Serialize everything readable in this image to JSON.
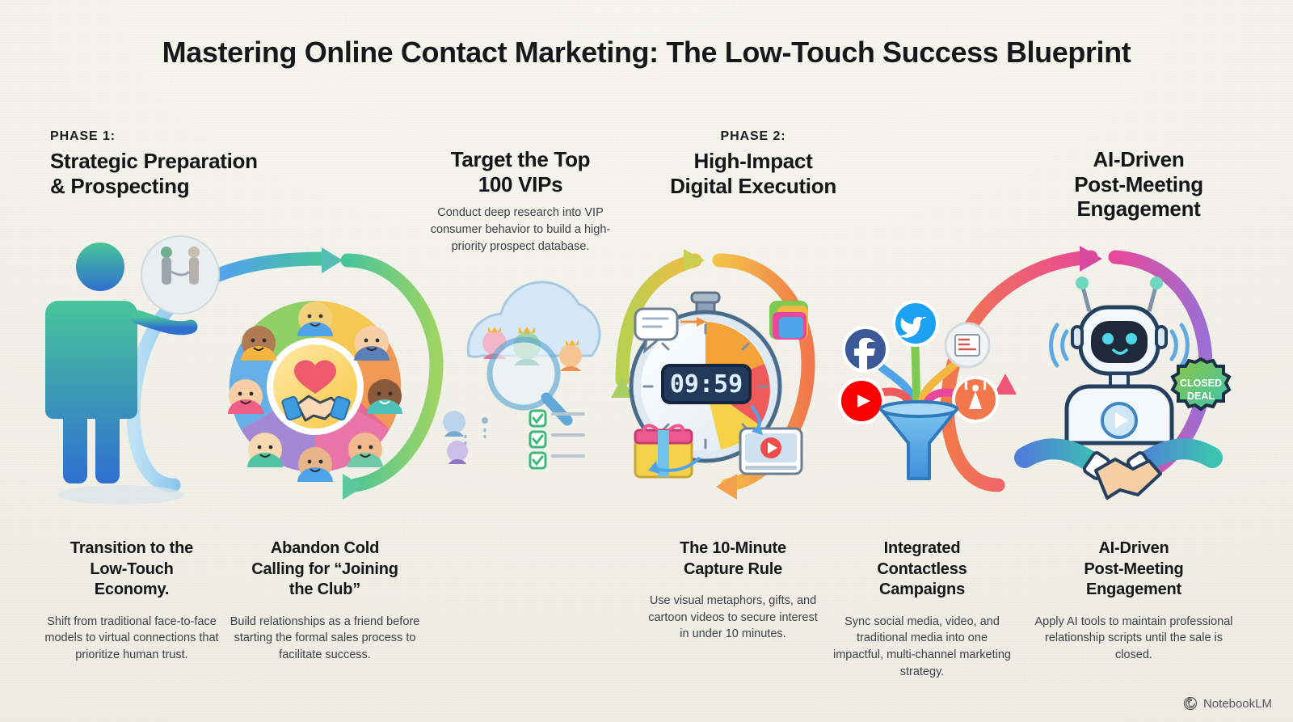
{
  "page": {
    "title": "Mastering Online Contact Marketing: The Low-Touch Success Blueprint",
    "background_color": "#f4f3ec",
    "text_color": "#14171a"
  },
  "watermark": {
    "label": "NotebookLM",
    "icon": "notebooklm-spiral-icon"
  },
  "headers": [
    {
      "kicker": "PHASE 1:",
      "title_line1": "Strategic Preparation",
      "title_line2": "& Prospecting",
      "subtitle": ""
    },
    {
      "kicker": "",
      "title_line1": "Target the Top",
      "title_line2": "100 VIPs",
      "subtitle": "Conduct deep research into VIP consumer behavior to build a high-priority prospect database."
    },
    {
      "kicker": "PHASE 2:",
      "title_line1": "High-Impact",
      "title_line2": "Digital Execution",
      "subtitle": ""
    },
    {
      "kicker": "",
      "title_line1": "AI-Driven",
      "title_line2": "Post-Meeting",
      "title_line3": "Engagement",
      "subtitle": ""
    }
  ],
  "captions": [
    {
      "title_line1": "Transition to the",
      "title_line2": "Low-Touch",
      "title_line3": "Economy.",
      "body": "Shift from traditional face-to-face models to virtual connections that prioritize human trust."
    },
    {
      "title_line1": "Abandon Cold",
      "title_line2": "Calling for “Joining",
      "title_line3": "the Club”",
      "body": "Build relationships as a friend before starting the formal sales process to facilitate success."
    },
    {
      "title_line1": "The 10-Minute",
      "title_line2": "Capture Rule",
      "title_line3": "",
      "body": "Use visual metaphors, gifts, and cartoon videos to secure interest in under 10 minutes."
    },
    {
      "title_line1": "Integrated",
      "title_line2": "Contactless",
      "title_line3": "Campaigns",
      "body": "Sync social media, video, and traditional media into one impactful, multi-channel marketing strategy."
    },
    {
      "title_line1": "AI-Driven",
      "title_line2": "Post-Meeting",
      "title_line3": "Engagement",
      "body": "Apply AI tools to maintain professional relationship scripts until the sale is closed."
    }
  ],
  "illustrations": {
    "panel1": {
      "name": "presenter-figure-with-handshake-bubble",
      "body_gradient": [
        "#3fba9c",
        "#2f6fd0"
      ],
      "bubble_fill": "#e7ecef"
    },
    "panel2": {
      "name": "community-circle-handshake",
      "center_icon": "handshake-heart-icon",
      "ring_colors": [
        "#7ec94f",
        "#f5c13a",
        "#f08a3c",
        "#e85f9c",
        "#9b6fd4",
        "#4fa3e8",
        "#46c2a8"
      ]
    },
    "panel3": {
      "name": "cloud-research-magnifier",
      "cloud_fill": "#d8e8f6",
      "crown_color": "#f5b72e",
      "checklist_color": "#3db87a"
    },
    "panel4": {
      "name": "stopwatch-ten-minute",
      "display_value": "09:59",
      "display_fill": "#1c2c46",
      "display_text_color": "#e8f4ff",
      "dial_segment_colors": [
        "#f3a33a",
        "#ef5a5a",
        "#f5d24a"
      ],
      "extras": [
        "speech-bubble-icon",
        "gift-box-icon",
        "video-player-icon",
        "photo-stack-icon"
      ]
    },
    "panel5": {
      "name": "multi-channel-funnel",
      "channel_icons": [
        "facebook-icon",
        "twitter-icon",
        "news-icon",
        "youtube-icon",
        "broadcast-tower-icon"
      ],
      "funnel_fill": "#4fa3e8"
    },
    "panel6": {
      "name": "ai-robot-with-handshake",
      "badge_label_line1": "CLOSED",
      "badge_label_line2": "DEAL",
      "badge_gradient": [
        "#8ec641",
        "#3cc3b0"
      ],
      "robot_face_fill": "#1e2a3a",
      "robot_eye_color": "#4fd6e8"
    }
  },
  "connectors": [
    {
      "name": "arrow-1-2",
      "from": "panel1",
      "to": "panel2",
      "gradient": [
        "#4fa3e8",
        "#49c49a"
      ],
      "direction": "right"
    },
    {
      "name": "arrow-2-3",
      "from": "panel2",
      "to": "panel3",
      "gradient": [
        "#49c49a",
        "#8fd06a"
      ],
      "direction": "right"
    },
    {
      "name": "arrow-3-4",
      "from": "panel3",
      "to": "panel4",
      "gradient": [
        "#b7d14f",
        "#f2b942"
      ],
      "direction": "right"
    },
    {
      "name": "arrow-4-5",
      "from": "panel4",
      "to": "panel5",
      "gradient": [
        "#f2b942",
        "#f2784b"
      ],
      "direction": "right"
    },
    {
      "name": "arrow-5-6",
      "from": "panel5",
      "to": "panel6",
      "gradient": [
        "#f2784b",
        "#e8489a"
      ],
      "direction": "right"
    },
    {
      "name": "arrow-6-end",
      "from": "panel6",
      "to": "end",
      "gradient": [
        "#e8489a",
        "#9b6fd4"
      ],
      "direction": "right"
    }
  ]
}
